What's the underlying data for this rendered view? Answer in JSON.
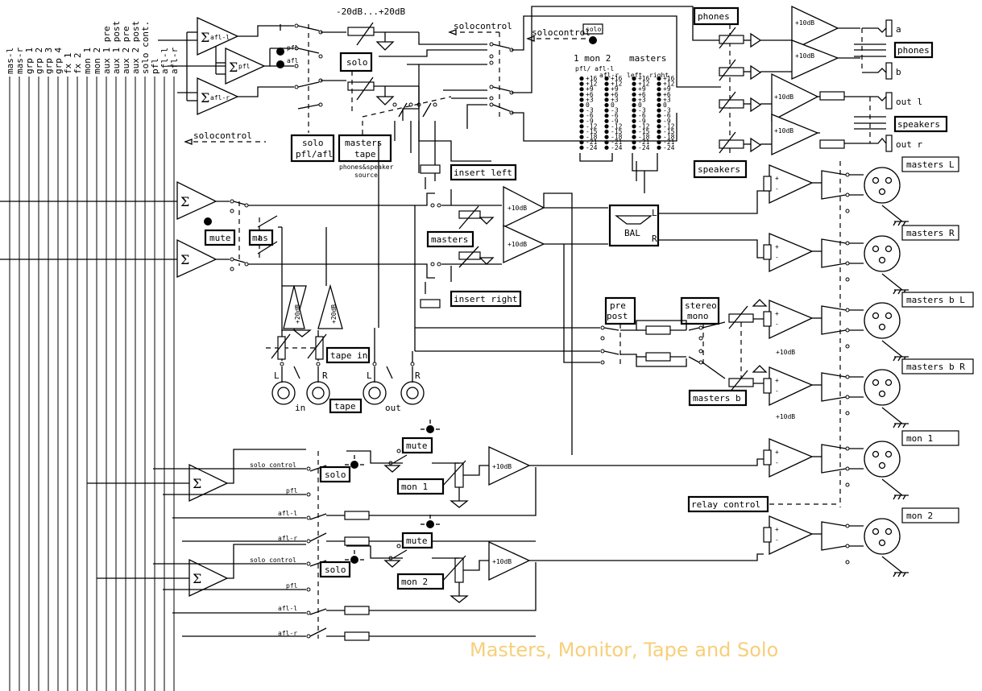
{
  "buses": [
    "mas-l",
    "mas-r",
    "grp 1",
    "grp 2",
    "grp 3",
    "grp 4",
    "fx 1",
    "fx 2",
    "mon 1",
    "mon 2",
    "aux 1 pre",
    "aux 1 post",
    "aux 2 pre",
    "aux 2 post",
    "solo cont.",
    "pfl",
    "afl-l",
    "afl-r"
  ],
  "solo_section": {
    "sum_afl_l": "afl-l",
    "sum_pfl": "pfl",
    "sum_afl_r": "afl-r",
    "led_pfl": "pfl",
    "led_afl": "afl",
    "gain_range": "-20dB...+20dB",
    "solo_button": "solo",
    "solocontrol_label": "solocontrol",
    "solocontrol_label_2": "solocontrol",
    "solocontrol_label_3": "solocontrol",
    "solo_pfl_afl_line1": "solo",
    "solo_pfl_afl_line2": "pfl/afl",
    "masters_tape_line1": "masters",
    "masters_tape_line2": "tape",
    "source_line1": "phones&speaker",
    "source_line2": "source",
    "solo_led_box": "solo"
  },
  "meters": {
    "header_left": "1 mon 2",
    "header_right": "masters",
    "columns": [
      "pfl/ afl-l",
      "afl-r",
      "left",
      "right"
    ],
    "scale": [
      "+16",
      "+12",
      "+9",
      "+6",
      "+3",
      "0",
      "-3",
      "-6",
      "-9",
      "-12",
      "-15",
      "-18",
      "-21",
      "-24"
    ]
  },
  "phones_section": {
    "phones_box": "phones",
    "amp_gain": "+10dB",
    "out_a": "a",
    "out_b": "b",
    "phones_label": "phones",
    "out_l": "out l",
    "out_r": "out r",
    "speakers_label": "speakers",
    "speakers_box": "speakers"
  },
  "master_section": {
    "mute": "mute",
    "mas": "mas",
    "insert_left": "insert left",
    "insert_right": "insert right",
    "masters_button": "masters",
    "amp_gain": "+10dB",
    "bal": "BAL",
    "bal_l": "L",
    "bal_r": "R"
  },
  "tape_section": {
    "gain": "+20dB",
    "tape_in": "tape in",
    "tape_box": "tape",
    "in": "in",
    "out": "out",
    "l": "L",
    "r": "R"
  },
  "masters_b_section": {
    "pre_post_1": "pre",
    "pre_post_2": "post",
    "stereo_mono_1": "stereo",
    "stereo_mono_2": "mono",
    "masters_b": "masters b",
    "gain": "+10dB"
  },
  "outputs": [
    "masters L",
    "masters R",
    "masters b L",
    "masters b R",
    "mon 1",
    "mon 2"
  ],
  "monitor_section": {
    "solo_control": "solo control",
    "solo": "solo",
    "pfl": "pfl",
    "afl_l": "afl-l",
    "afl_r": "afl-r",
    "mute": "mute",
    "mon1": "mon 1",
    "mon2": "mon 2",
    "gain": "+10dB",
    "relay_control": "relay control"
  },
  "caption": "Masters, Monitor, Tape and Solo"
}
